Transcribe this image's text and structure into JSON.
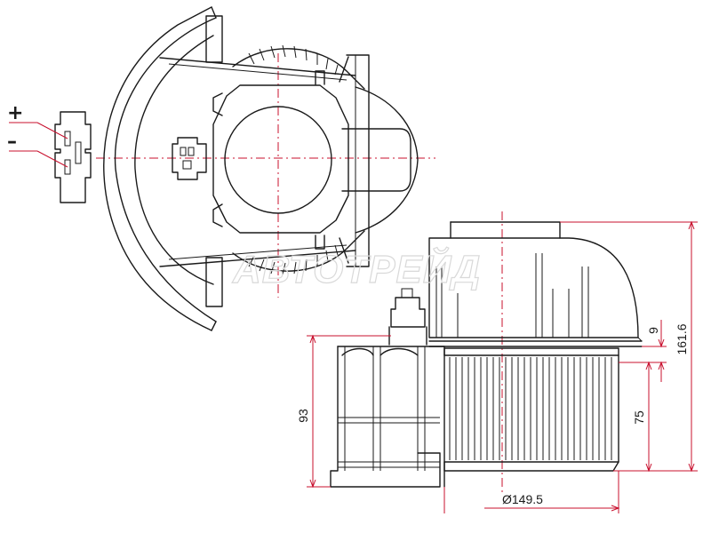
{
  "terminals": {
    "plus": "+",
    "minus": "–"
  },
  "dimensions": {
    "height_total": "161.6",
    "height_housing": "93",
    "height_fan": "75",
    "offset": "9",
    "fan_diameter": "Ø149.5"
  },
  "watermark": "АВТОТРЕЙД",
  "colors": {
    "outline": "#1a1a1a",
    "dimension": "#c8102e",
    "watermark": "#d9d9d9"
  }
}
